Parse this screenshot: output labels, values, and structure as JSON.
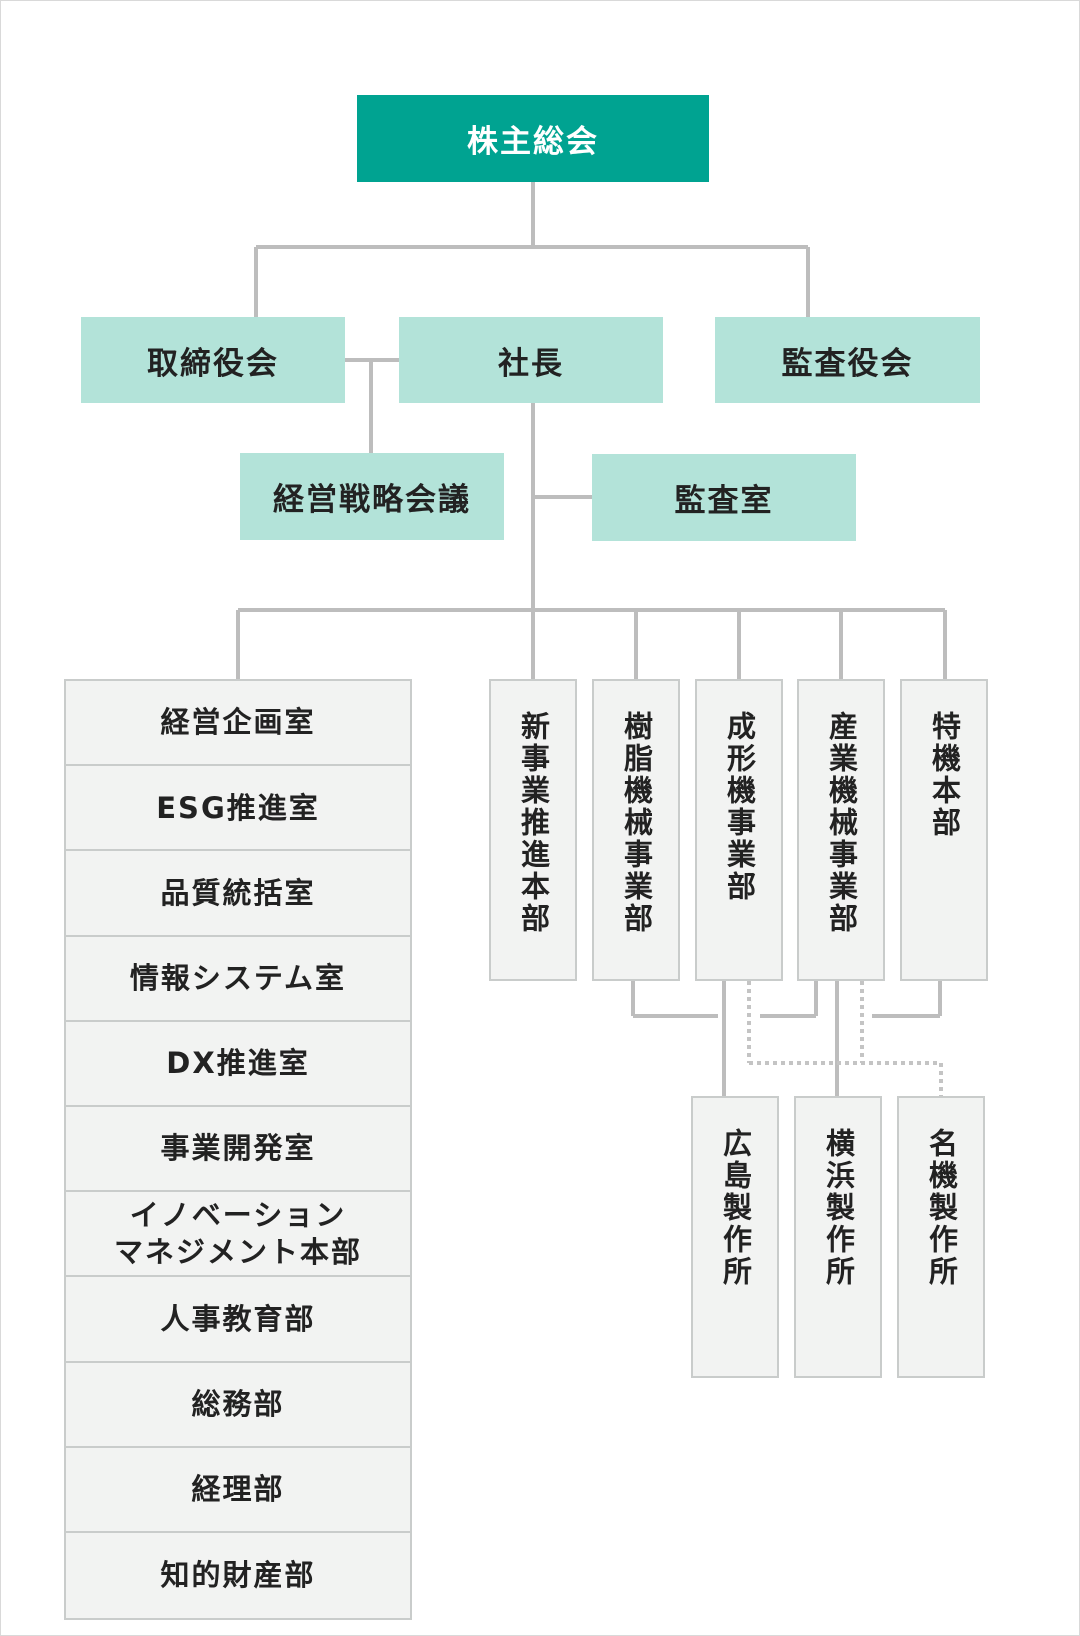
{
  "org_chart": {
    "top": {
      "label": "株主総会"
    },
    "board": {
      "label": "取締役会"
    },
    "president": {
      "label": "社長"
    },
    "auditors": {
      "label": "監査役会"
    },
    "strategy_council": {
      "label": "経営戦略会議"
    },
    "audit_office": {
      "label": "監査室"
    },
    "corporate_units": [
      "経営企画室",
      "ESG推進室",
      "品質統括室",
      "情報システム室",
      "DX推進室",
      "事業開発室",
      "イノベーション\nマネジメント本部",
      "人事教育部",
      "総務部",
      "経理部",
      "知的財産部"
    ],
    "divisions": [
      "新事業推進本部",
      "樹脂機械事業部",
      "成形機事業部",
      "産業機械事業部",
      "特機本部"
    ],
    "plants": [
      "広島製作所",
      "横浜製作所",
      "名機製作所"
    ]
  },
  "colors": {
    "top_fill": "#00a391",
    "mid_fill": "#b3e3d9",
    "unit_fill": "#f2f3f2",
    "unit_border": "#c9cccb",
    "line": "#bdbdbd",
    "dotted_line": "#c4c4c4"
  }
}
